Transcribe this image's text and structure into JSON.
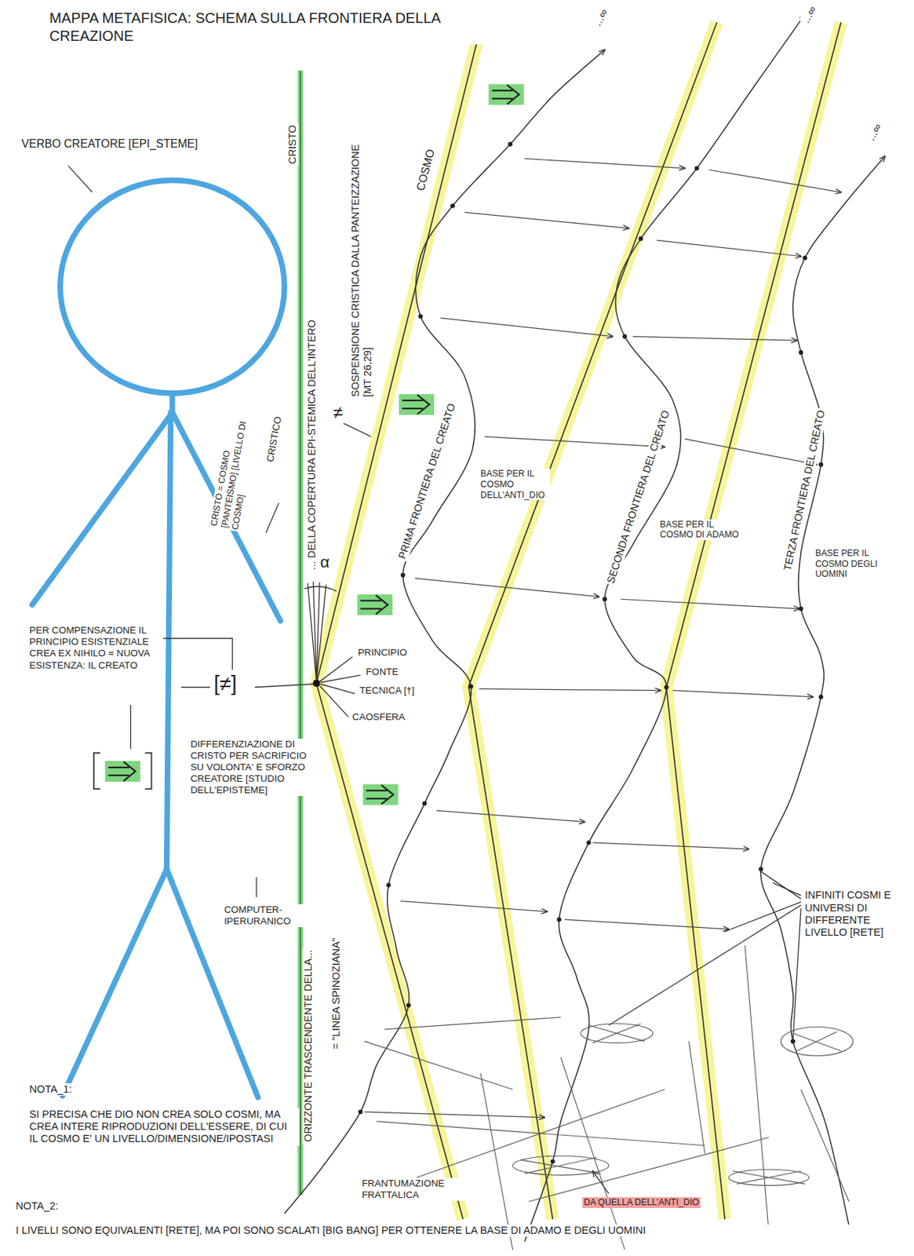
{
  "diagram": {
    "title": "MAPPA METAFISICA: SCHEMA SULLA FRONTIERA DELLA CREAZIONE",
    "labels": [
      "VERBO CREATORE [EPI_STEME]",
      "CRISTO",
      "SOSPENSIONE CRISTICA DALLA PANTEIZZAZIONE [MT 26,29]",
      "COSMO",
      "CRISTO = COSMO [PANTEISMO] [LIVELLO DI COSMO]",
      "CRISTICO",
      "... DELLA COPERTURA EPI-STEMICA DELL'INTERO",
      "≠",
      "α",
      "PRINCIPIO",
      "FONTE",
      "TECNICA [†]",
      "CAOSFERA",
      "PER COMPENSAZIONE IL PRINCIPIO ESISTENZIALE CREA EX NIHILO = NUOVA ESISTENZA: IL CREATO",
      "[≠]",
      "DIFFERENZIAZIONE DI CRISTO PER SACRIFICIO SU VOLONTA' E SFORZO CREATORE [STUDIO DELL'EPISTEME]",
      "COMPUTER-IPERURANICO",
      "ORIZZONTE TRASCENDENTE DELLA...",
      "= \"LINEA SPINOZIANA\"",
      "PRIMA FRONTIERA DEL CREATO",
      "BASE PER IL COSMO DELL'ANTI_DIO",
      "SECONDA FRONTIERA DEL CREATO",
      "BASE PER IL COSMO DI ADAMO",
      "TERZA FRONTIERA DEL CREATO",
      "BASE PER IL COSMO DEGLI UOMINI",
      "...∞",
      "...∞",
      "...∞",
      "INFINITI COSMI E UNIVERSI DI DIFFERENTE LIVELLO [RETE]",
      "FRANTUMAZIONE FRATTALICA",
      "DA QUELLA DELL'ANTI_DIO",
      "NOTA_1:",
      "SI PRECISA CHE DIO NON CREA SOLO COSMI, MA CREA INTERE RIPRODUZIONI DELL'ESSERE, DI CUI IL COSMO E' UN LIVELLO/DIMENSIONE/IPOSTASI",
      "NOTA_2:",
      "I LIVELLI SONO EQUIVALENTI [RETE], MA POI SONO SCALATI [BIG BANG] PER OTTENERE LA BASE DI ADAMO E DEGLI UOMINI"
    ]
  }
}
